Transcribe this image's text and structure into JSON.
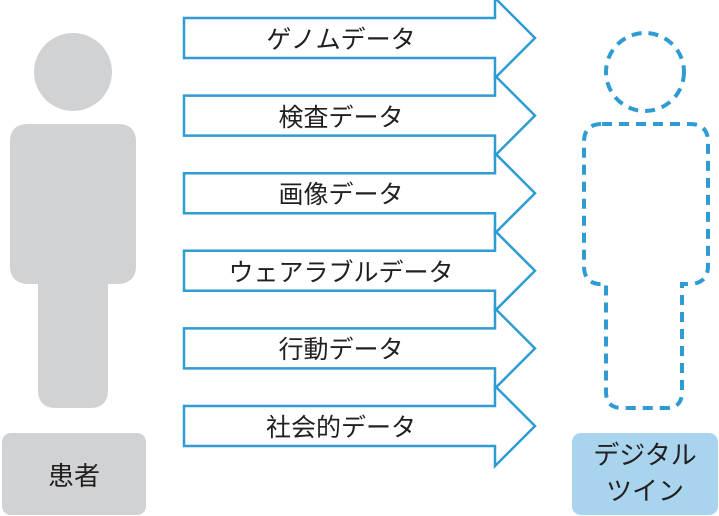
{
  "patient": {
    "label": "患者"
  },
  "digital_twin": {
    "label": "デジタル\nツイン"
  },
  "data_streams": [
    {
      "label": "ゲノムデータ"
    },
    {
      "label": "検査データ"
    },
    {
      "label": "画像データ"
    },
    {
      "label": "ウェアラブルデータ"
    },
    {
      "label": "行動データ"
    },
    {
      "label": "社会的データ"
    }
  ],
  "colors": {
    "patient_figure": "#d1d2d4",
    "twin_outline": "#2f9bd3",
    "twin_label_bg": "#a9d4ee",
    "arrow_stroke": "#2f9bd3",
    "text": "#231f20"
  }
}
